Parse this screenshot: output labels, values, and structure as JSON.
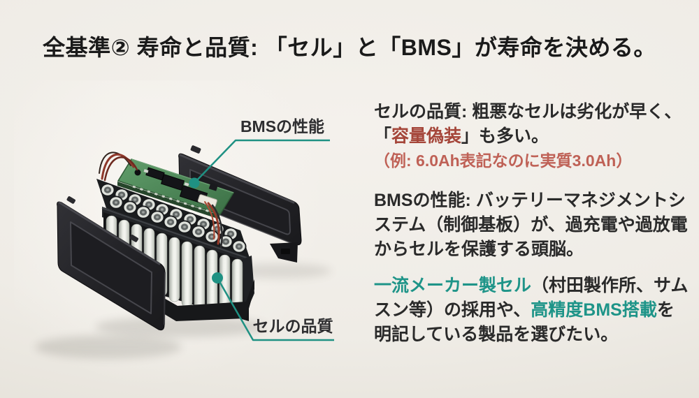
{
  "title": "全基準② 寿命と品質: 「セル」と「BMS」が寿命を決める。",
  "colors": {
    "accent_teal": "#1f9183",
    "warning_red": "#a5463a",
    "example_salmon": "#bf6156",
    "body_text": "#2a2a2a",
    "background": "#efece6"
  },
  "diagram": {
    "bms_label": "BMSの性能",
    "cell_label": "セルの品質"
  },
  "blocks": {
    "cell": {
      "line1_bold": "セルの品質:",
      "line1_rest": " 粗悪なセルは劣化が早く、",
      "line2_pre": "「",
      "line2_red": "容量偽装",
      "line2_post": "」も多い。",
      "line3_example": "（例: 6.0Ah表記なのに実質3.0Ah）"
    },
    "bms": {
      "line1_bold": "BMSの性能:",
      "line1_rest": " バッテリーマネジメントシ",
      "line2": "ステム（制御基板）が、過充電や過放電",
      "line3": "からセルを保護する頭脳。"
    },
    "recommend": {
      "line1_teal": "一流メーカー製セル",
      "line1_rest": "（村田製作所、サム",
      "line2_pre": "スン等）の採用や、",
      "line2_teal": "高精度BMS搭載",
      "line2_post": "を",
      "line3": "明記している製品を選びたい。"
    }
  }
}
